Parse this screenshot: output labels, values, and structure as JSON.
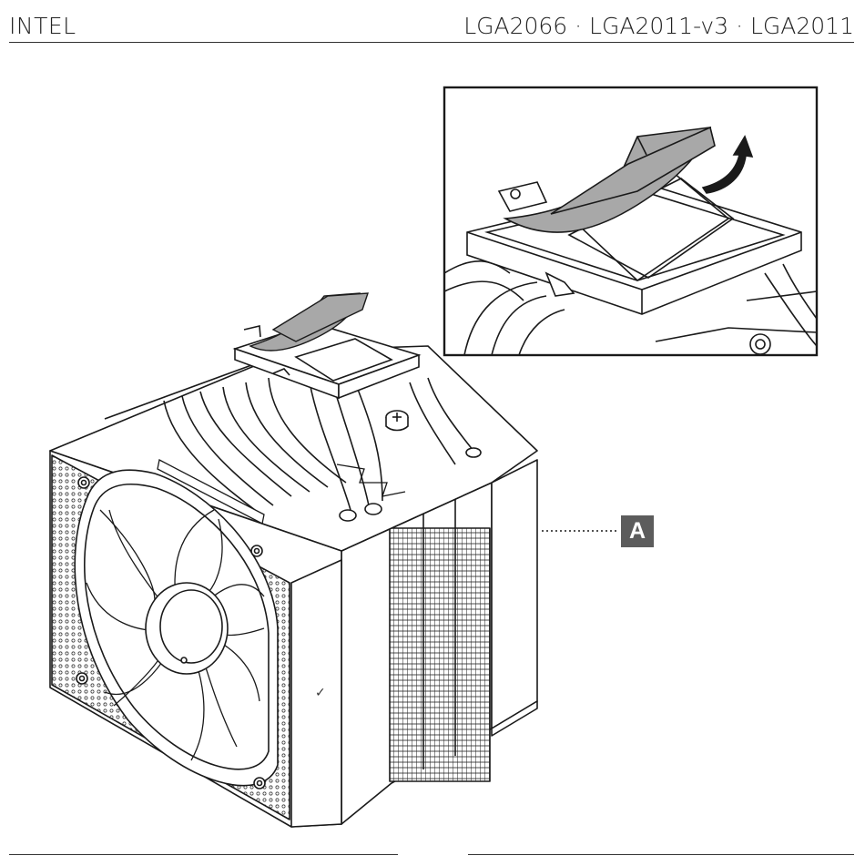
{
  "header": {
    "brand": "INTEL",
    "sockets": "LGA2066 · LGA2011-v3 · LGA2011"
  },
  "callout": {
    "label": "A"
  },
  "colors": {
    "line": "#1a1a1a",
    "film": "#a8a8a8",
    "callout_bg": "#5c5c5c",
    "callout_text": "#ffffff"
  },
  "icons": [
    "curved-arrow-icon",
    "mounting-screw-icon",
    "fan-hub-icon"
  ]
}
